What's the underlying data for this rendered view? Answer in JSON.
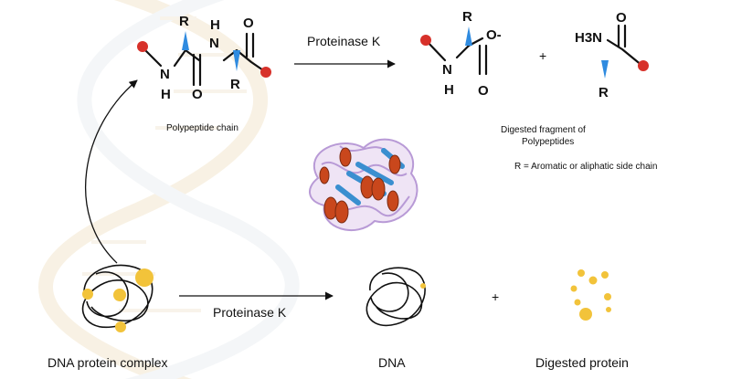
{
  "colors": {
    "oxygen_dot": "#d7312a",
    "wedge": "#2f8be0",
    "protein_dot": "#f2c33a",
    "helix": "#c9471c",
    "sheet": "#3a8fd0",
    "coil": "#b89ad6",
    "dna_backdrop": "#f3e9d4"
  },
  "top_reaction": {
    "reactant": {
      "atoms": {
        "r1": "R",
        "h_top": "H",
        "n_top": "N",
        "o_top": "O",
        "n_left": "N",
        "h_left": "H",
        "o_bottom": "O",
        "r2": "R"
      },
      "caption": "Polypeptide chain"
    },
    "enzyme_label": "Proteinase K",
    "product_a": {
      "atoms": {
        "r": "R",
        "o_minus": "O-",
        "n": "N",
        "h": "H",
        "o": "O"
      }
    },
    "plus": "+",
    "product_b": {
      "atoms": {
        "h3n": "H3N",
        "o": "O",
        "r": "R"
      }
    },
    "products_caption_line1": "Digested fragment of",
    "products_caption_line2": "Polypeptides",
    "r_note": "R = Aromatic or aliphatic side chain"
  },
  "bottom_reaction": {
    "enzyme_label": "Proteinase K",
    "plus": "+",
    "labels": {
      "complex": "DNA protein complex",
      "dna": "DNA",
      "digested": "Digested protein"
    }
  },
  "icons": {
    "backdrop": "dna-double-helix-icon",
    "protein": "protein-ribbon-structure-icon"
  }
}
